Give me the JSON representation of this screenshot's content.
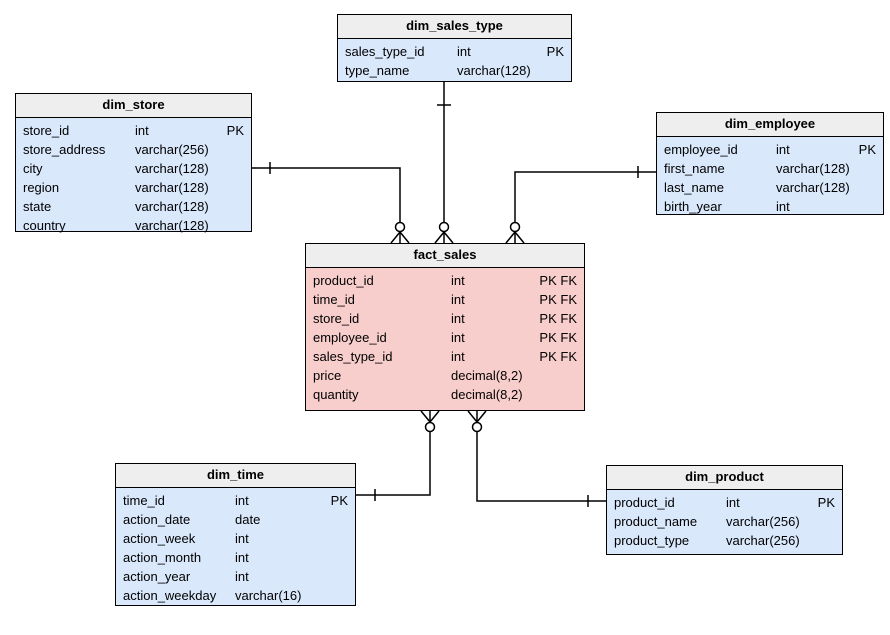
{
  "diagram": {
    "type": "entity-relationship-star-schema",
    "colors": {
      "dimension_body": "#dae8fc",
      "fact_body": "#f8cecc",
      "header": "#eeeeee",
      "border": "#000000",
      "line": "#000000",
      "canvas": "#ffffff"
    },
    "tables": [
      {
        "id": "dim_sales_type",
        "title": "dim_sales_type",
        "kind": "dimension",
        "fields": [
          {
            "name": "sales_type_id",
            "type": "int",
            "key": "PK"
          },
          {
            "name": "type_name",
            "type": "varchar(128)",
            "key": ""
          }
        ]
      },
      {
        "id": "dim_store",
        "title": "dim_store",
        "kind": "dimension",
        "fields": [
          {
            "name": "store_id",
            "type": "int",
            "key": "PK"
          },
          {
            "name": "store_address",
            "type": "varchar(256)",
            "key": ""
          },
          {
            "name": "city",
            "type": "varchar(128)",
            "key": ""
          },
          {
            "name": "region",
            "type": "varchar(128)",
            "key": ""
          },
          {
            "name": "state",
            "type": "varchar(128)",
            "key": ""
          },
          {
            "name": "country",
            "type": "varchar(128)",
            "key": ""
          }
        ]
      },
      {
        "id": "dim_employee",
        "title": "dim_employee",
        "kind": "dimension",
        "fields": [
          {
            "name": "employee_id",
            "type": "int",
            "key": "PK"
          },
          {
            "name": "first_name",
            "type": "varchar(128)",
            "key": ""
          },
          {
            "name": "last_name",
            "type": "varchar(128)",
            "key": ""
          },
          {
            "name": "birth_year",
            "type": "int",
            "key": ""
          }
        ]
      },
      {
        "id": "fact_sales",
        "title": "fact_sales",
        "kind": "fact",
        "fields": [
          {
            "name": "product_id",
            "type": "int",
            "key": "PK FK"
          },
          {
            "name": "time_id",
            "type": "int",
            "key": "PK FK"
          },
          {
            "name": "store_id",
            "type": "int",
            "key": "PK FK"
          },
          {
            "name": "employee_id",
            "type": "int",
            "key": "PK FK"
          },
          {
            "name": "sales_type_id",
            "type": "int",
            "key": "PK FK"
          },
          {
            "name": "price",
            "type": "decimal(8,2)",
            "key": ""
          },
          {
            "name": "quantity",
            "type": "decimal(8,2)",
            "key": ""
          }
        ]
      },
      {
        "id": "dim_time",
        "title": "dim_time",
        "kind": "dimension",
        "fields": [
          {
            "name": "time_id",
            "type": "int",
            "key": "PK"
          },
          {
            "name": "action_date",
            "type": "date",
            "key": ""
          },
          {
            "name": "action_week",
            "type": "int",
            "key": ""
          },
          {
            "name": "action_month",
            "type": "int",
            "key": ""
          },
          {
            "name": "action_year",
            "type": "int",
            "key": ""
          },
          {
            "name": "action_weekday",
            "type": "varchar(16)",
            "key": ""
          }
        ]
      },
      {
        "id": "dim_product",
        "title": "dim_product",
        "kind": "dimension",
        "fields": [
          {
            "name": "product_id",
            "type": "int",
            "key": "PK"
          },
          {
            "name": "product_name",
            "type": "varchar(256)",
            "key": ""
          },
          {
            "name": "product_type",
            "type": "varchar(256)",
            "key": ""
          }
        ]
      }
    ],
    "relationships": [
      {
        "from_table": "dim_store",
        "to_table": "fact_sales",
        "from_cardinality": "one",
        "to_cardinality": "zero-or-many"
      },
      {
        "from_table": "dim_sales_type",
        "to_table": "fact_sales",
        "from_cardinality": "one",
        "to_cardinality": "zero-or-many"
      },
      {
        "from_table": "dim_employee",
        "to_table": "fact_sales",
        "from_cardinality": "one",
        "to_cardinality": "zero-or-many"
      },
      {
        "from_table": "dim_time",
        "to_table": "fact_sales",
        "from_cardinality": "one",
        "to_cardinality": "zero-or-many"
      },
      {
        "from_table": "dim_product",
        "to_table": "fact_sales",
        "from_cardinality": "one",
        "to_cardinality": "zero-or-many"
      }
    ]
  }
}
